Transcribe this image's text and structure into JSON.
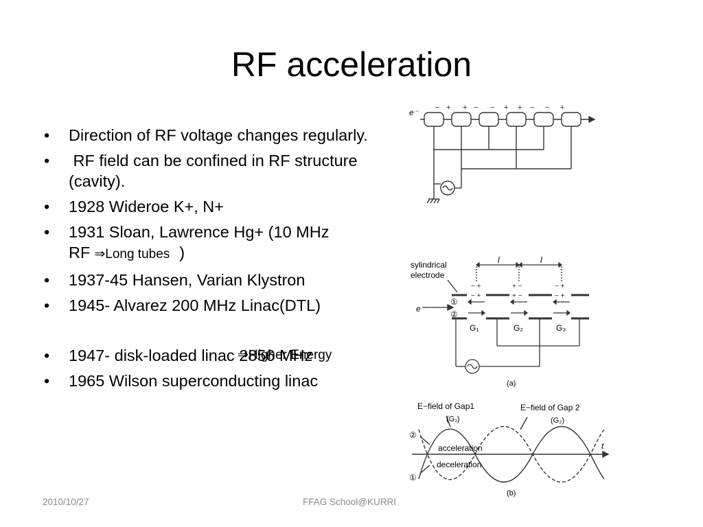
{
  "slide": {
    "title": "RF acceleration",
    "bullets": [
      {
        "text": "Direction of RF voltage changes regularly."
      },
      {
        "text": " RF field can be confined in RF structure (cavity)."
      },
      {
        "text": "1928 Wideroe K+, N+"
      },
      {
        "text": "1931 Sloan, Lawrence Hg+ (10 MHz RF",
        "note": "⇒Long tubes",
        "tail": ")"
      },
      {
        "text": "1937-45 Hansen, Varian Klystron"
      },
      {
        "text": "1945- Alvarez 200 MHz Linac(DTL)"
      },
      {
        "text": "1947- disk-loaded linac 2856 MHz"
      },
      {
        "text": "1965 Wilson superconducting linac"
      }
    ],
    "higher_energy_note": "⇒Higher Energy"
  },
  "figures": {
    "wideroe": {
      "particle": "e⁻",
      "signs": [
        "−",
        "+",
        "+",
        "−",
        "−",
        "+",
        "+",
        "−",
        "−",
        "+"
      ]
    },
    "alvarez": {
      "electrode_label_1": "sylindrical",
      "electrode_label_2": "electrode",
      "gap_spacing": "l",
      "particle": "e⁻",
      "marker_1": "①",
      "marker_2": "②",
      "gaps": [
        "G₁",
        "G₂",
        "G₃"
      ],
      "caption": "(a)"
    },
    "efield": {
      "gap1_label": "E−field of Gap1",
      "gap1_sub": "(G₁)",
      "gap2_label": "E−field of Gap 2",
      "gap2_sub": "(G₂)",
      "marker_2": "②",
      "marker_1": "①",
      "acceleration": "acceleration",
      "deceleration": "deceleration",
      "axis_t": "t",
      "caption": "(b)"
    }
  },
  "footer": {
    "date": "2010/10/27",
    "center": "FFAG School@KURRI"
  }
}
